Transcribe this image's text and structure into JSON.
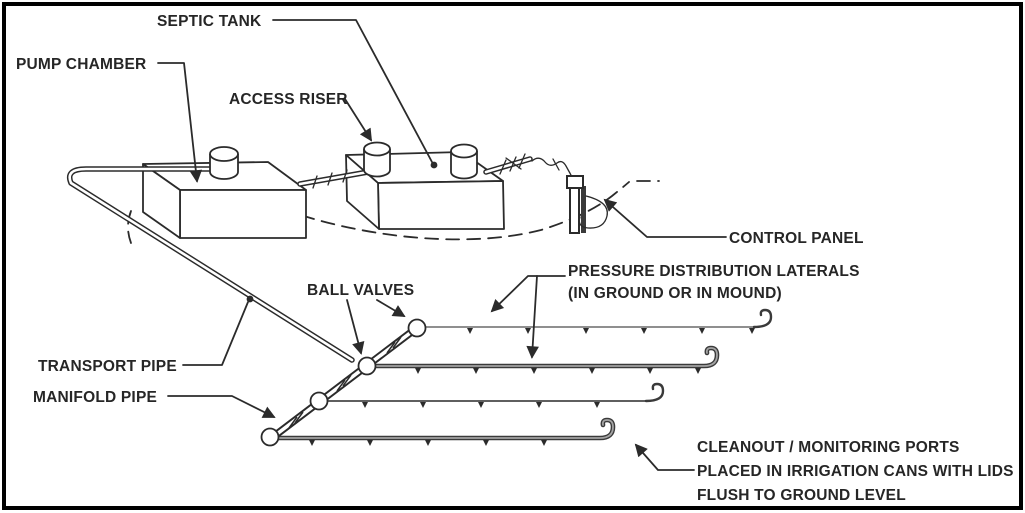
{
  "figure": {
    "colors": {
      "background": "#ffffff",
      "border": "#000000",
      "line": "#2b2b2b",
      "pipe_gray": "#9a9a9a"
    },
    "labels": {
      "septic_tank": "SEPTIC TANK",
      "pump_chamber": "PUMP CHAMBER",
      "access_riser": "ACCESS RISER",
      "control_panel": "CONTROL PANEL",
      "ball_valves": "BALL VALVES",
      "pressure_laterals_line1": "PRESSURE DISTRIBUTION LATERALS",
      "pressure_laterals_line2": "(IN GROUND OR IN MOUND)",
      "transport_pipe": "TRANSPORT PIPE",
      "manifold_pipe": "MANIFOLD PIPE",
      "cleanout_line1": "CLEANOUT / MONITORING PORTS",
      "cleanout_line2": "PLACED IN IRRIGATION CANS WITH LIDS",
      "cleanout_line3": "FLUSH TO GROUND LEVEL"
    }
  }
}
